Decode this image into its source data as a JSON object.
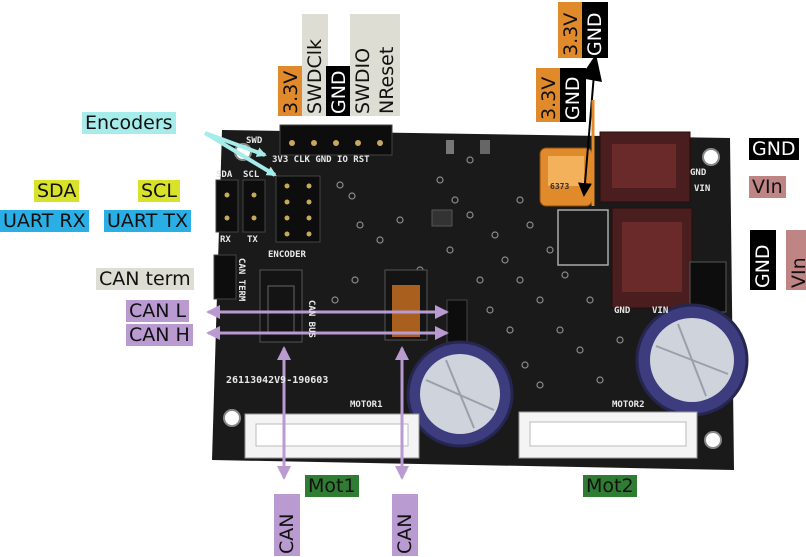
{
  "colors": {
    "orange": "#e08a2c",
    "black": "#000000",
    "gray": "#ddddd3",
    "cyan": "#a6ecea",
    "yellow": "#d9e22b",
    "blue": "#29aee6",
    "purple": "#b99ad1",
    "green": "#2e7d32",
    "rose": "#bf8585",
    "board": "#1a1a1a"
  },
  "labels": {
    "swd_33v": "3.3V",
    "swd_swdclk": "SWDClk",
    "swd_gnd": "GND",
    "swd_swdio": "SWDIO",
    "swd_nreset": "NReset",
    "top_33v": "3.3V",
    "top_gnd": "GND",
    "mid_33v": "3.3V",
    "mid_gnd": "GND",
    "encoders": "Encoders",
    "sda": "SDA",
    "scl": "SCL",
    "uart_rx": "UART RX",
    "uart_tx": "UART TX",
    "can_term": "CAN term",
    "can_l": "CAN L",
    "can_h": "CAN H",
    "right_gnd": "GND",
    "right_vin": "VIn",
    "right_gnd_v": "GND",
    "right_vin_v": "VIn",
    "mot1": "Mot1",
    "mot2": "Mot2",
    "can_bottom_1": "CAN",
    "can_bottom_2": "CAN"
  },
  "silkscreen": {
    "swd": "SWD",
    "swd_pins": "3V3 CLK GND IO RST",
    "sda": "SDA",
    "scl": "SCL",
    "rx": "RX",
    "tx": "TX",
    "encoder": "ENCODER",
    "can_term": "CAN TERM",
    "can_bus": "CAN BUS",
    "board_id": "26113042V9-190603",
    "motor1": "MOTOR1",
    "motor2": "MOTOR2",
    "gnd1": "GND",
    "vin1": "VIN",
    "gnd2": "GND",
    "vin2": "VIN",
    "fuse_code": "6373"
  }
}
